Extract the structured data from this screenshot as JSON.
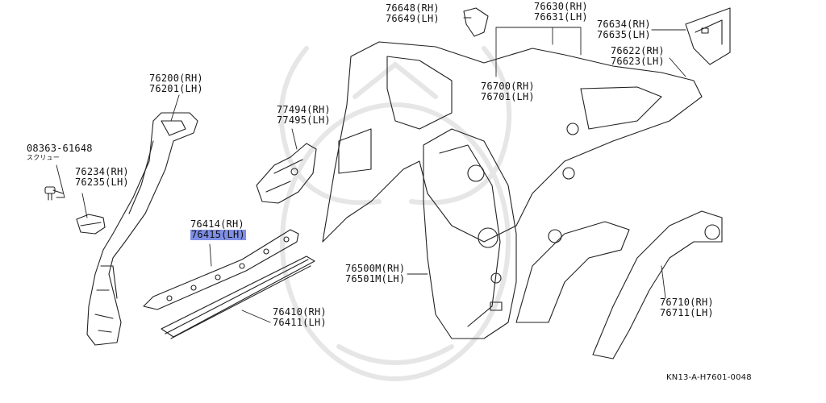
{
  "labels": {
    "p76648": {
      "rh": "76648(RH)",
      "lh": "76649(LH)"
    },
    "p76630": {
      "rh": "76630(RH)",
      "lh": "76631(LH)"
    },
    "p76634": {
      "rh": "76634(RH)",
      "lh": "76635(LH)"
    },
    "p76622": {
      "rh": "76622(RH)",
      "lh": "76623(LH)"
    },
    "p76200": {
      "rh": "76200(RH)",
      "lh": "76201(LH)"
    },
    "p77494": {
      "rh": "77494(RH)",
      "lh": "77495(LH)"
    },
    "p76700": {
      "rh": "76700(RH)",
      "lh": "76701(LH)"
    },
    "p08363": {
      "code": "08363-61648",
      "note": "スクリュー"
    },
    "p76234": {
      "rh": "76234(RH)",
      "lh": "76235(LH)"
    },
    "p76414": {
      "rh": "76414(RH)",
      "lh": "76415(LH)"
    },
    "p76500": {
      "rh": "76500M(RH)",
      "lh": "76501M(LH)"
    },
    "p76410": {
      "rh": "76410(RH)",
      "lh": "76411(LH)"
    },
    "p76710": {
      "rh": "76710(RH)",
      "lh": "76711(LH)"
    }
  },
  "diagram_code": "KN13-A-H7601-0048",
  "highlight_color": "#7f8fe6"
}
